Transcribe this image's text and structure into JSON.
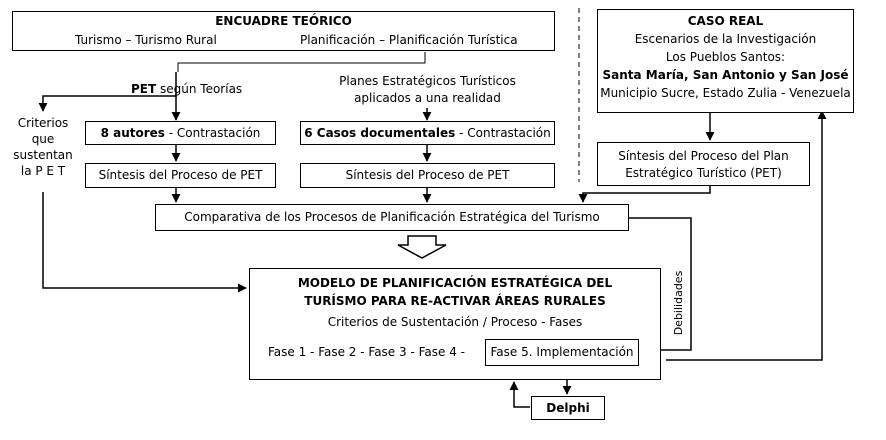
{
  "encuadre": {
    "title": "ENCUADRE TEÓRICO",
    "left": "Turismo – Turismo Rural",
    "right": "Planificación – Planificación Turística"
  },
  "caso_real": {
    "title": "CASO REAL",
    "line1": "Escenarios de la Investigación",
    "line2": "Los Pueblos Santos:",
    "line3": "Santa María, San Antonio y San José",
    "line4": "Municipio Sucre, Estado Zulia - Venezuela"
  },
  "pet_teorias": {
    "bold": "PET",
    "rest": " según Teorías"
  },
  "planes": {
    "line1": "Planes Estratégicos Turísticos",
    "line2": "aplicados a una realidad"
  },
  "criterios": {
    "line1": "Criterios",
    "line2": "que",
    "line3": "sustentan",
    "line4": "la P E T"
  },
  "autores": {
    "bold": "8 autores",
    "rest": " - Contrastación"
  },
  "casos": {
    "bold": "6 Casos documentales",
    "rest": " - Contrastación"
  },
  "sintesis_left": "Síntesis del Proceso de PET",
  "sintesis_mid": "Síntesis del Proceso de PET",
  "sintesis_right": {
    "line1": "Síntesis del Proceso del Plan",
    "line2": "Estratégico Turístico (PET)"
  },
  "comparativa": "Comparativa de los Procesos de Planificación Estratégica del Turismo",
  "modelo": {
    "title1": "MODELO DE PLANIFICACIÓN ESTRATÉGICA DEL",
    "title2": "TURÍSMO PARA RE-ACTIVAR ÁREAS RURALES",
    "subtitle": "Criterios de Sustentación / Proceso - Fases",
    "fases": "Fase 1 -  Fase 2 -  Fase 3 -  Fase 4 -",
    "fase5": "Fase 5. Implementación"
  },
  "debilidades": "Debilidades",
  "delphi": "Delphi"
}
